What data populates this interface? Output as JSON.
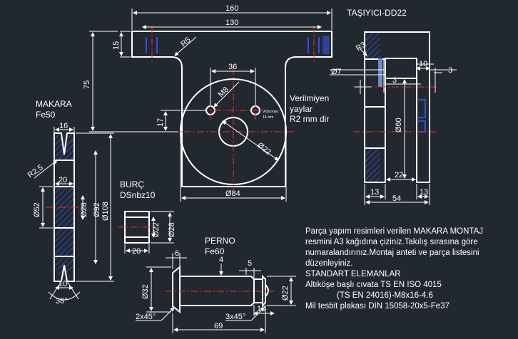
{
  "titles": {
    "tasiyici": "TAŞIYICI-DD22",
    "makara": "MAKARA",
    "makara_mat": "Fe50",
    "burc": "BURÇ",
    "burc_mat": "DSnbz10",
    "perno": "PERNO",
    "perno_mat": "Fe60"
  },
  "radii_note": [
    "Verilmiyen",
    "yaylar",
    "R2 mm dir"
  ],
  "small_note": [
    "Vida boyu",
    "16 mm"
  ],
  "dims": {
    "d160": "160",
    "d130": "130",
    "d15": "15",
    "d75": "75",
    "d36": "36",
    "d17": "17",
    "m8": "M8",
    "r5": "R5",
    "d22": "Ø22",
    "d84": "Ø84",
    "r3": "R3",
    "d7": "Ø7",
    "d10": "10",
    "d3a": "3",
    "d3b": "3",
    "d60": "Ø60",
    "d22b": "22",
    "d13a": "13",
    "d54": "54",
    "d13b": "13",
    "d16": "16",
    "r25": "R2,5",
    "d20a": "20",
    "d52": "Ø52",
    "d28a": "Ø28",
    "d92": "Ø92",
    "d108": "Ø108",
    "d10b": "10",
    "a36": "36°",
    "d22c": "Ø22",
    "d28b": "Ø28",
    "d20b": "20",
    "d6": "6",
    "d4": "4",
    "d5": "5",
    "d32": "Ø32",
    "d22d": "Ø22",
    "d10c": "10",
    "c2x45": "2x45°",
    "c3x45": "3x45°",
    "d69": "69"
  },
  "notes": [
    "Parça yapım resimleri verilen MAKARA MONTAJ",
    "resmini A3 kağıdına çiziniz.Takılış sırasına göre",
    "numaralandırınız.Montaj anteti ve parça listesini",
    "düzenleyiniz.",
    "STANDART ELEMANLAR",
    "Altıköşe başlı cıvata TS EN ISO 4015",
    "(TS EN 24016)-M8x16-4.6",
    "Mil tesbit plakası DIN 15058-20x5-Fe37"
  ]
}
